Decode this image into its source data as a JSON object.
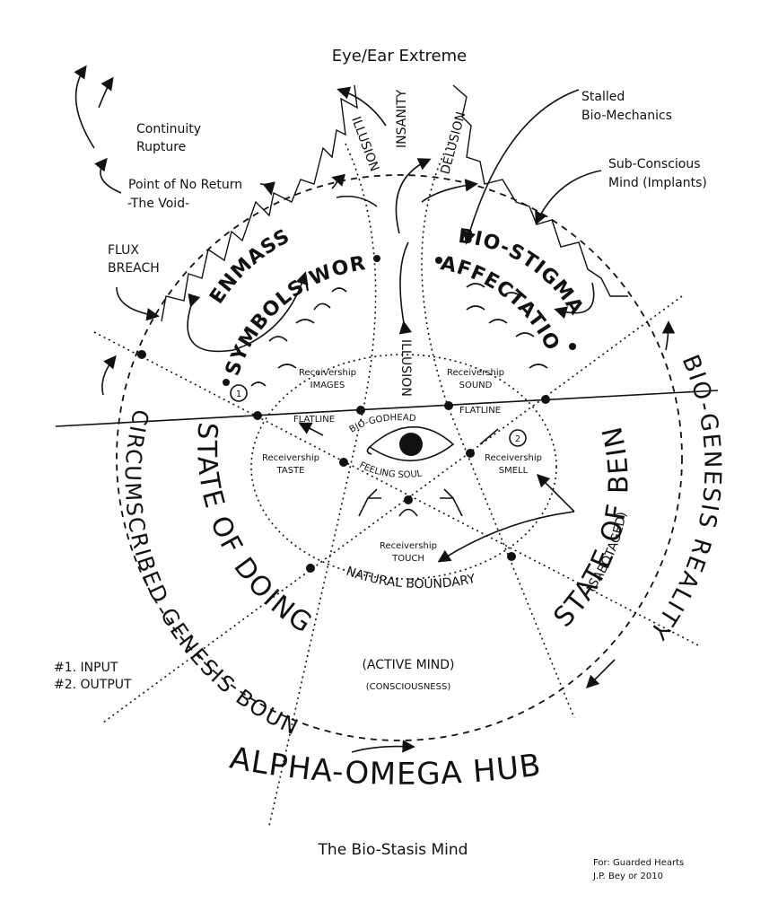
{
  "title": "ALPHA-OMEGA HUB",
  "subtitle": "The Bio-Stasis Mind",
  "credit": {
    "line1": "For: Guarded Hearts",
    "line2": "J.P. Bey or 2010"
  },
  "top_label": "Eye/Ear Extreme",
  "outer_labels": {
    "continuity": [
      "Continuity",
      "Rupture"
    ],
    "point_of_no_return": [
      "Point of No Return",
      "-The Void-"
    ],
    "flux_breach": [
      "FLUX",
      "BREACH"
    ],
    "stalled": [
      "Stalled",
      "Bio-Mechanics"
    ],
    "subconscious": [
      "Sub-Conscious",
      "Mind (Implants)"
    ],
    "legend": [
      "#1. INPUT",
      "#2. OUTPUT"
    ]
  },
  "ring_labels": {
    "left": "CIRCUMSCRIBED GENESIS BOUNDARY",
    "right": "BIO-GENESIS REALITY",
    "state_of_doing": "STATE OF DOING",
    "state_of_being": "STATE OF BEING",
    "sabotaged": "(SABOTAGED)"
  },
  "top_spikes": {
    "illusion_outer": "ILLUSION",
    "insanity": "INSANITY",
    "delusion": "DELUSION"
  },
  "upper_regions": {
    "enmass": "ENMASS",
    "symbols_word": "SYMBOLS/WORD",
    "bio_stigma": "BIO-STIGMA",
    "affectation": "AFFECTATION",
    "illusion_inner": "ILLUSION"
  },
  "receivership": {
    "images": [
      "Receivership",
      "IMAGES"
    ],
    "sound": [
      "Receivership",
      "SOUND"
    ],
    "taste": [
      "Receivership",
      "TASTE"
    ],
    "smell": [
      "Receivership",
      "SMELL"
    ],
    "touch": [
      "Receivership",
      "TOUCH"
    ]
  },
  "center": {
    "bio_godhead": "BIO-GODHEAD",
    "feeling_soul": "FEELING SOUL",
    "flatline_left": "FLATLINE",
    "flatline_right": "FLATLINE",
    "marker_1": "1",
    "marker_2": "2"
  },
  "lower": {
    "natural_boundary": "NATURAL BOUNDARY",
    "active_mind": "(ACTIVE MIND)",
    "consciousness": "(CONSCIOUSNESS)"
  }
}
